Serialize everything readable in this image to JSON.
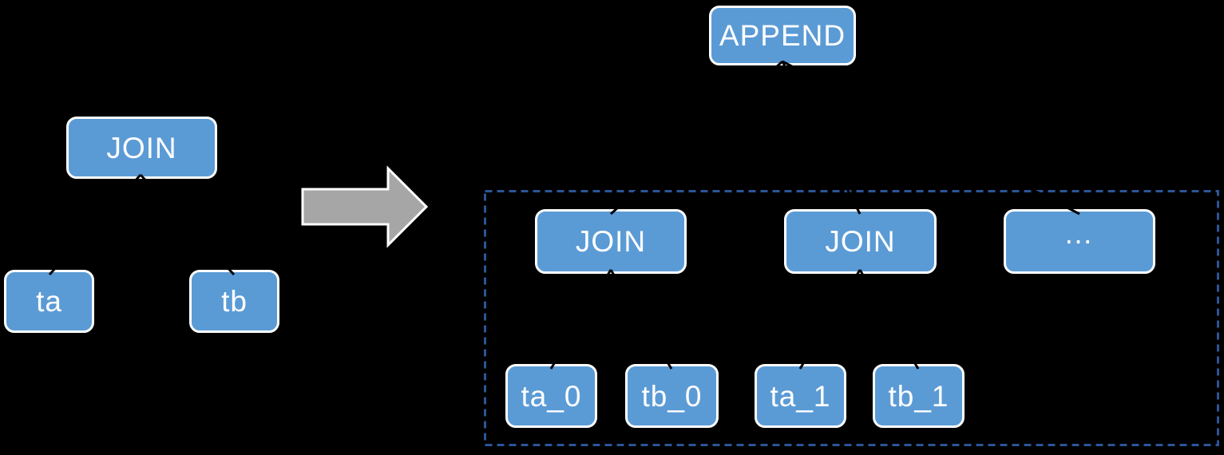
{
  "nodes": {
    "join_left": "JOIN",
    "ta": "ta",
    "tb": "tb",
    "append": "APPEND",
    "join_0": "JOIN",
    "join_1": "JOIN",
    "more": "…",
    "ta_0": "ta_0",
    "tb_0": "tb_0",
    "ta_1": "ta_1",
    "tb_1": "tb_1"
  },
  "edges": [
    {
      "from": "join_left",
      "to": "ta"
    },
    {
      "from": "join_left",
      "to": "tb"
    },
    {
      "from": "append",
      "to": "join_0"
    },
    {
      "from": "append",
      "to": "join_1"
    },
    {
      "from": "append",
      "to": "more"
    },
    {
      "from": "join_0",
      "to": "ta_0"
    },
    {
      "from": "join_0",
      "to": "tb_0"
    },
    {
      "from": "join_1",
      "to": "ta_1"
    },
    {
      "from": "join_1",
      "to": "tb_1"
    }
  ],
  "colors": {
    "background": "#000000",
    "node_fill": "#5B9BD5",
    "node_border": "#FFFFFF",
    "node_text": "#FFFFFF",
    "arrow_fill": "#A6A6A6",
    "arrow_border": "#FFFFFF",
    "group_border": "#2D5596",
    "connector": "#000000"
  }
}
